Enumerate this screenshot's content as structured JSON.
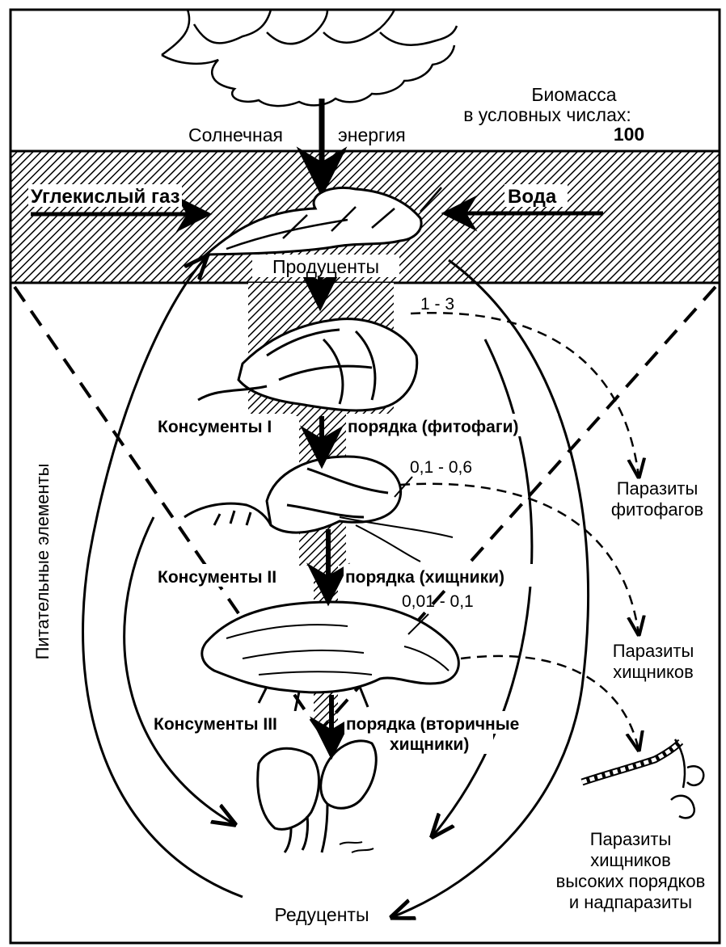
{
  "labels": {
    "solar_energy_left": "Солнечная",
    "solar_energy_right": "энергия",
    "biomass_line1": "Биомасса",
    "biomass_line2": "в условных числах:",
    "biomass_value": "100",
    "carbon_dioxide": "Углекислый газ",
    "water": "Вода",
    "producers": "Продуценты",
    "ratio_1": "1 - 3",
    "consumers_1_left": "Консументы I",
    "consumers_1_right": "порядка (фитофаги)",
    "ratio_2": "0,1 - 0,6",
    "parasites_phyto_line1": "Паразиты",
    "parasites_phyto_line2": "фитофагов",
    "consumers_2_left": "Консументы II",
    "consumers_2_right": "порядка (хищники)",
    "ratio_3": "0,01 - 0,1",
    "parasites_pred_line1": "Паразиты",
    "parasites_pred_line2": "хищников",
    "consumers_3_left": "Консументы III",
    "consumers_3_right": "порядка (вторичные",
    "consumers_3_line2": "хищники)",
    "nutrients_vertical": "Питательные элементы",
    "parasites_high_line1": "Паразиты",
    "parasites_high_line2": "хищников",
    "parasites_high_line3": "высоких порядков",
    "parasites_high_line4": "и надпаразиты",
    "decomposers": "Редуценты"
  },
  "icons": [
    "sun-icon",
    "leaf-icon",
    "caterpillar-icon",
    "beetle-icon",
    "badger-icon",
    "mushroom-icon",
    "larva-icon"
  ],
  "colors": {
    "ink": "#000000",
    "paper": "#ffffff"
  }
}
